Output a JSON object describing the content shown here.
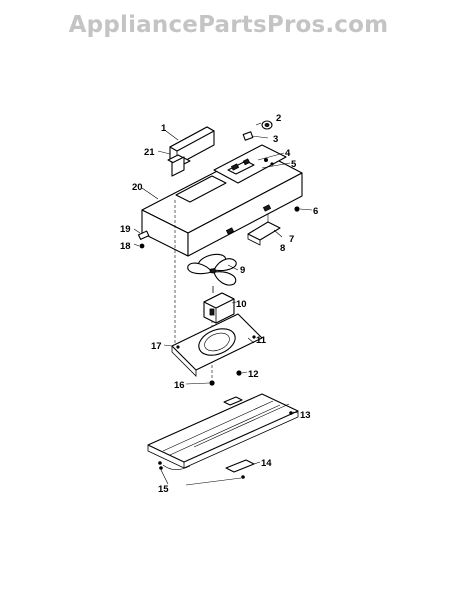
{
  "watermark": "AppliancePartsPros.com",
  "callouts": [
    {
      "id": "c1",
      "text": "1"
    },
    {
      "id": "c2",
      "text": "2"
    },
    {
      "id": "c3",
      "text": "3"
    },
    {
      "id": "c4",
      "text": "4"
    },
    {
      "id": "c5",
      "text": "5"
    },
    {
      "id": "c6",
      "text": "6"
    },
    {
      "id": "c7",
      "text": "7"
    },
    {
      "id": "c8",
      "text": "8"
    },
    {
      "id": "c9",
      "text": "9"
    },
    {
      "id": "c10",
      "text": "10"
    },
    {
      "id": "c11",
      "text": "11"
    },
    {
      "id": "c12",
      "text": "12"
    },
    {
      "id": "c13",
      "text": "13"
    },
    {
      "id": "c14",
      "text": "14"
    },
    {
      "id": "c15",
      "text": "15"
    },
    {
      "id": "c16",
      "text": "16"
    },
    {
      "id": "c17",
      "text": "17"
    },
    {
      "id": "c18",
      "text": "18"
    },
    {
      "id": "c19",
      "text": "19"
    },
    {
      "id": "c20",
      "text": "20"
    },
    {
      "id": "c21",
      "text": "21"
    }
  ]
}
